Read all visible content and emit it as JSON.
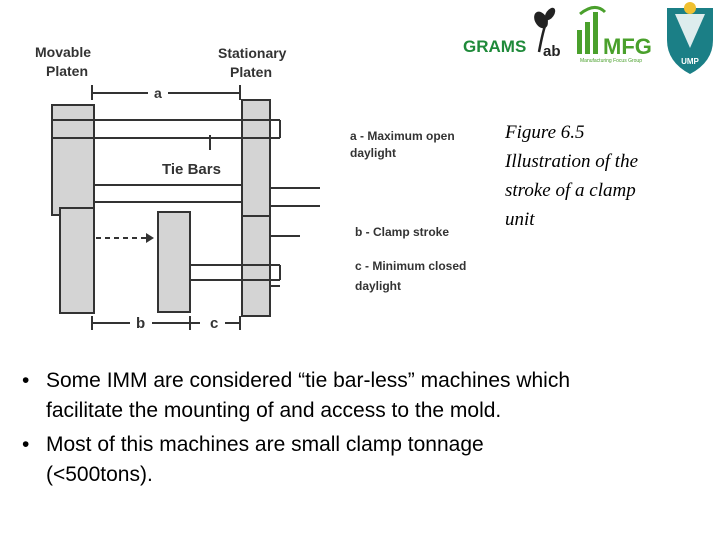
{
  "logos": {
    "grams_lab": "GRAMS",
    "grams_lab_suffix": "ab",
    "mfg": "MFG",
    "mfg_tagline": "Manufacturing Focus Group",
    "ump": "UMP"
  },
  "diagram": {
    "movable_platen": [
      "Movable",
      "Platen"
    ],
    "stationary_platen": [
      "Stationary",
      "Platen"
    ],
    "tie_bars": "Tie Bars",
    "dim_a": "a",
    "dim_b": "b",
    "dim_c": "c",
    "legend_a": [
      "a - Maximum open",
      "daylight"
    ],
    "legend_b": "b - Clamp stroke",
    "legend_c": [
      "c - Minimum closed",
      "daylight"
    ]
  },
  "caption": {
    "lines": [
      "Figure 6.5",
      "Illustration of the",
      "stroke of a clamp",
      "unit"
    ]
  },
  "bullets": [
    {
      "line1": "Some IMM are considered “tie bar-less” machines which",
      "line2": "facilitate the mounting of and access to the mold."
    },
    {
      "line1": "Most of this machines are small clamp tonnage",
      "line2": "(<500tons)."
    }
  ],
  "colors": {
    "bar": "#d4d4d4",
    "ink": "#333333",
    "mfg_green": "#4aa02c",
    "ump_teal": "#1b7f86"
  }
}
